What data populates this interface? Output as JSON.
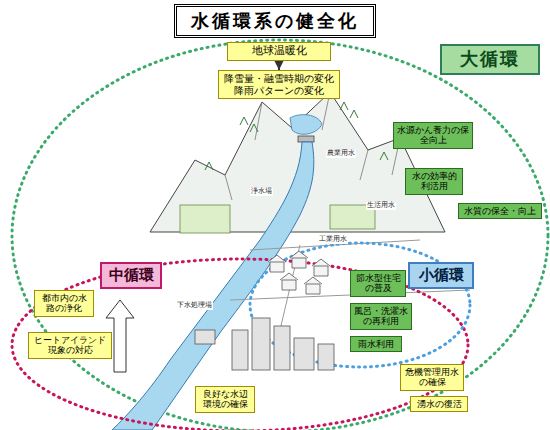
{
  "diagram": {
    "title": "水循環系の健全化",
    "nodes": [
      {
        "text": [
          "地球温暖化"
        ]
      },
      {
        "text": [
          "降雪量・融雪時期の変化 降雨パターンの変化"
        ]
      },
      {
        "text": [
          "大循環"
        ]
      },
      {
        "text": [
          "水源かん養力の保全向上"
        ]
      },
      {
        "text": [
          "水の効率的利活用"
        ]
      },
      {
        "text": [
          "水質の保全・向上"
        ]
      },
      {
        "text": [
          "中循環"
        ]
      },
      {
        "text": [
          "小循環"
        ]
      },
      {
        "text": [
          "都市内の水路の浄化"
        ]
      },
      {
        "text": [
          "節水型住宅の普及"
        ]
      },
      {
        "text": [
          "ヒートアイランド現象の対応"
        ]
      },
      {
        "text": [
          "風呂・洗濯水の再利用"
        ]
      },
      {
        "text": [
          "雨水利用"
        ]
      },
      {
        "text": [
          "危機管理用水の確保"
        ]
      },
      {
        "text": [
          "湧水の復活"
        ]
      },
      {
        "text": [
          "良好な水辺環境の確保"
        ]
      }
    ],
    "edges": [
      {
        "from": 0,
        "to": 1,
        "arrow": "to"
      }
    ],
    "labels": [
      "農業用水",
      "浄水場",
      "生活用水",
      "工業用水",
      "下水処理場"
    ]
  }
}
